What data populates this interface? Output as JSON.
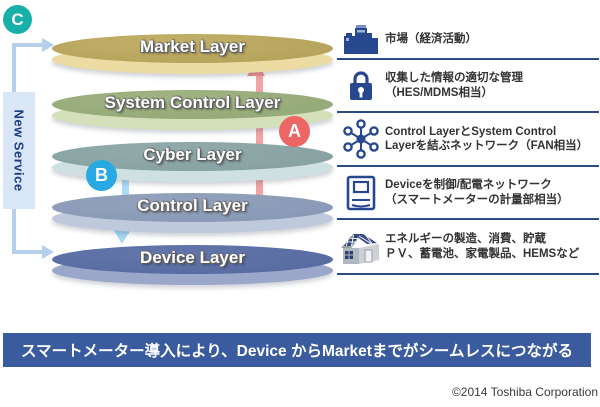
{
  "badges": {
    "a": "A",
    "b": "B",
    "c": "C"
  },
  "sidebar": {
    "label": "New Service"
  },
  "layers": [
    {
      "label": "Market Layer",
      "top_color": "#b2a058",
      "rim_color": "#ecdca4"
    },
    {
      "label": "System Control Layer",
      "top_color": "#92a776",
      "rim_color": "#d3e0ba"
    },
    {
      "label": "Cyber Layer",
      "top_color": "#85a0a0",
      "rim_color": "#cfe0e2"
    },
    {
      "label": "Control Layer",
      "top_color": "#8797b4",
      "rim_color": "#bfc9dc"
    },
    {
      "label": "Device Layer",
      "top_color": "#56699f",
      "rim_color": "#9aa6ca"
    }
  ],
  "info_rows": [
    {
      "icon": "building-icon",
      "lines": [
        "市場（経済活動）",
        ""
      ]
    },
    {
      "icon": "lock-icon",
      "lines": [
        "収集した情報の適切な管理",
        "（HES/MDMS相当）"
      ]
    },
    {
      "icon": "network-icon",
      "lines": [
        "Control LayerとSystem Control",
        "Layerを結ぶネットワーク（FAN相当）"
      ]
    },
    {
      "icon": "meter-icon",
      "lines": [
        "Deviceを制御/配電ネットワーク",
        "（スマートメーターの計量部相当）"
      ]
    },
    {
      "icon": "house-icon",
      "lines": [
        "エネルギーの製造、消費、貯蔵",
        "ＰＶ、蓄電池、家電製品、HEMSなど"
      ]
    }
  ],
  "arrows": {
    "up_arrow_color": "#ee9090",
    "down_arrow_color": "#a5d8f6",
    "connector_color": "#b5cfec"
  },
  "banner": {
    "text": "スマートメーター導入により、Device からMarketまでがシームレスにつながる",
    "bg_color": "#3a5b9e"
  },
  "footer": {
    "copyright": "©2014 Toshiba Corporation"
  }
}
